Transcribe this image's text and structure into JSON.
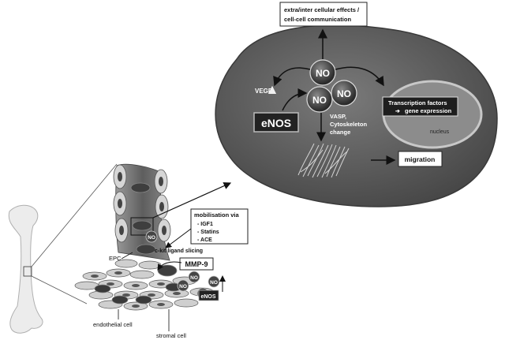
{
  "labels": {
    "extra_line1": "extra/inter cellular effects /",
    "extra_line2": "cell-cell communication",
    "no": "NO",
    "vegf": "VEGF",
    "enos": "eNOS",
    "tf_line1": "Transcription factors",
    "tf_line2": "gene expression",
    "nucleus": "nucleus",
    "vasp_line1": "VASP,",
    "vasp_line2": "Cytoskeleton",
    "vasp_line3": "change",
    "migration": "migration",
    "mobil_title": "mobilisation via",
    "mobil_items": [
      "- IGF1",
      "- Statins",
      "- ACE"
    ],
    "ckit": "c-kit ligand slicing",
    "mmp9": "MMP-9",
    "epc": "EPC",
    "endothelial": "endothelial cell",
    "stromal": "stromal cell",
    "enos_small": "eNOS"
  },
  "colors": {
    "cell_body": "#5a5a5a",
    "nucleus": "#8a8a8a",
    "dark_box": "#1e1e1e",
    "bone": "#ececec"
  }
}
